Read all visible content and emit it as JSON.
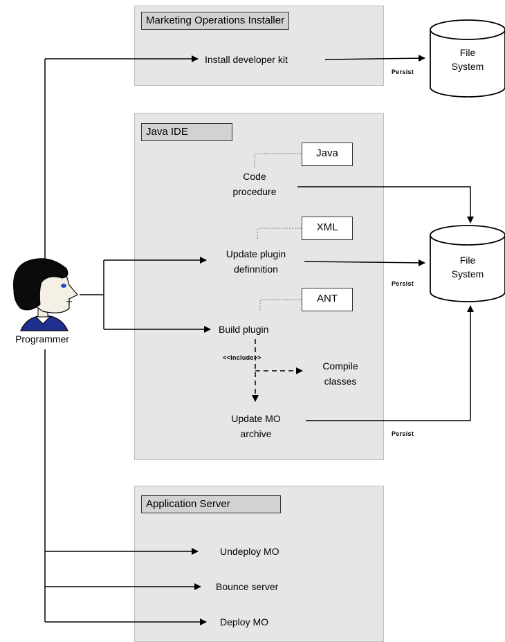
{
  "panels": {
    "installer": {
      "title": "Marketing Operations Installer"
    },
    "java_ide": {
      "title": "Java IDE"
    },
    "app_server": {
      "title": "Application Server"
    }
  },
  "actor": {
    "label": "Programmer"
  },
  "tasks": {
    "install_kit": "Install developer kit",
    "code_procedure_1": "Code",
    "code_procedure_2": "procedure",
    "update_plugin_1": "Update plugin",
    "update_plugin_2": "definnition",
    "build_plugin": "Build plugin",
    "compile_1": "Compile",
    "compile_2": "classes",
    "update_mo_1": "Update MO",
    "update_mo_2": "archive",
    "undeploy": "Undeploy MO",
    "bounce": "Bounce server",
    "deploy": "Deploy MO"
  },
  "tags": {
    "java": "Java",
    "xml": "XML",
    "ant": "ANT"
  },
  "stereotype": "<<Include>>",
  "datastores": {
    "top": {
      "line1": "File",
      "line2": "System"
    },
    "mid": {
      "line1": "File",
      "line2": "System"
    }
  },
  "persist_labels": {
    "top": "Persist",
    "mid": "Persist",
    "bottom": "Persist"
  }
}
